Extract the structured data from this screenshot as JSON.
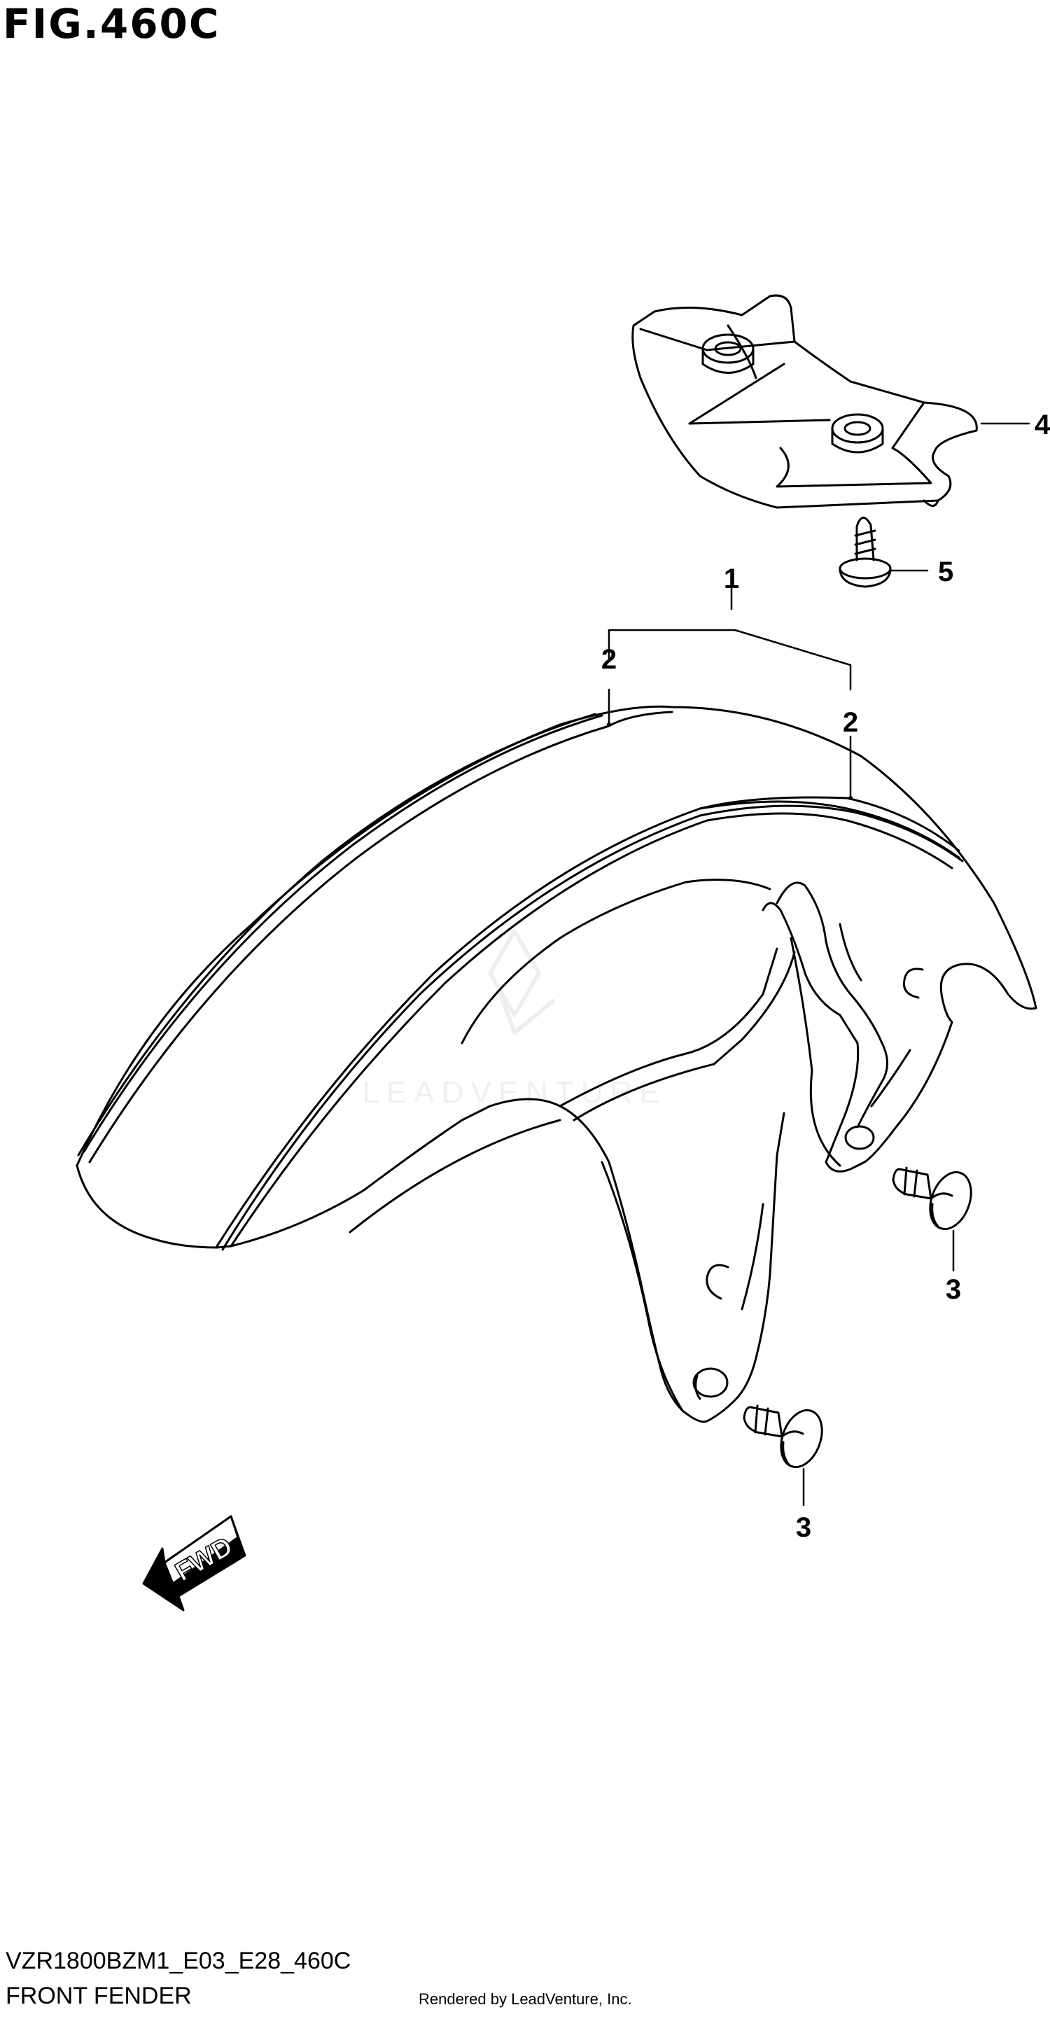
{
  "figure_title": "FIG.460C",
  "diagram_code": "VZR1800BZM1_E03_E28_460C",
  "section_name": "FRONT FENDER",
  "render_credit": "Rendered by LeadVenture, Inc.",
  "watermark_text": "LEADVENTURE",
  "fwd_label": "FWD",
  "callouts": {
    "c1": "1",
    "c2a": "2",
    "c2b": "2",
    "c3a": "3",
    "c3b": "3",
    "c4": "4",
    "c5": "5"
  }
}
